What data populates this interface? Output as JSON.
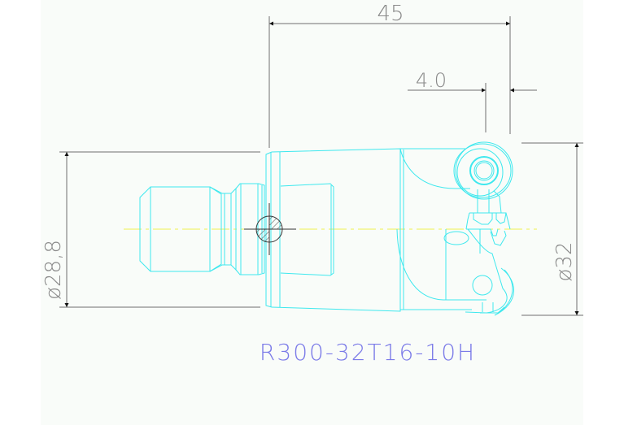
{
  "drawing": {
    "part_number": "R300-32T16-10H",
    "colors": {
      "geometry": "#3ee8ee",
      "centerline": "#f0f050",
      "dimension": "#6e6e6e",
      "dimension_text": "#8a8a8a",
      "label": "#7a7ae8",
      "background": "#f9fcf9"
    },
    "dimensions": {
      "overall_length": "45",
      "insert_offset": "4.0",
      "shank_diameter": "ø28,8",
      "cutting_diameter": "ø32"
    }
  }
}
